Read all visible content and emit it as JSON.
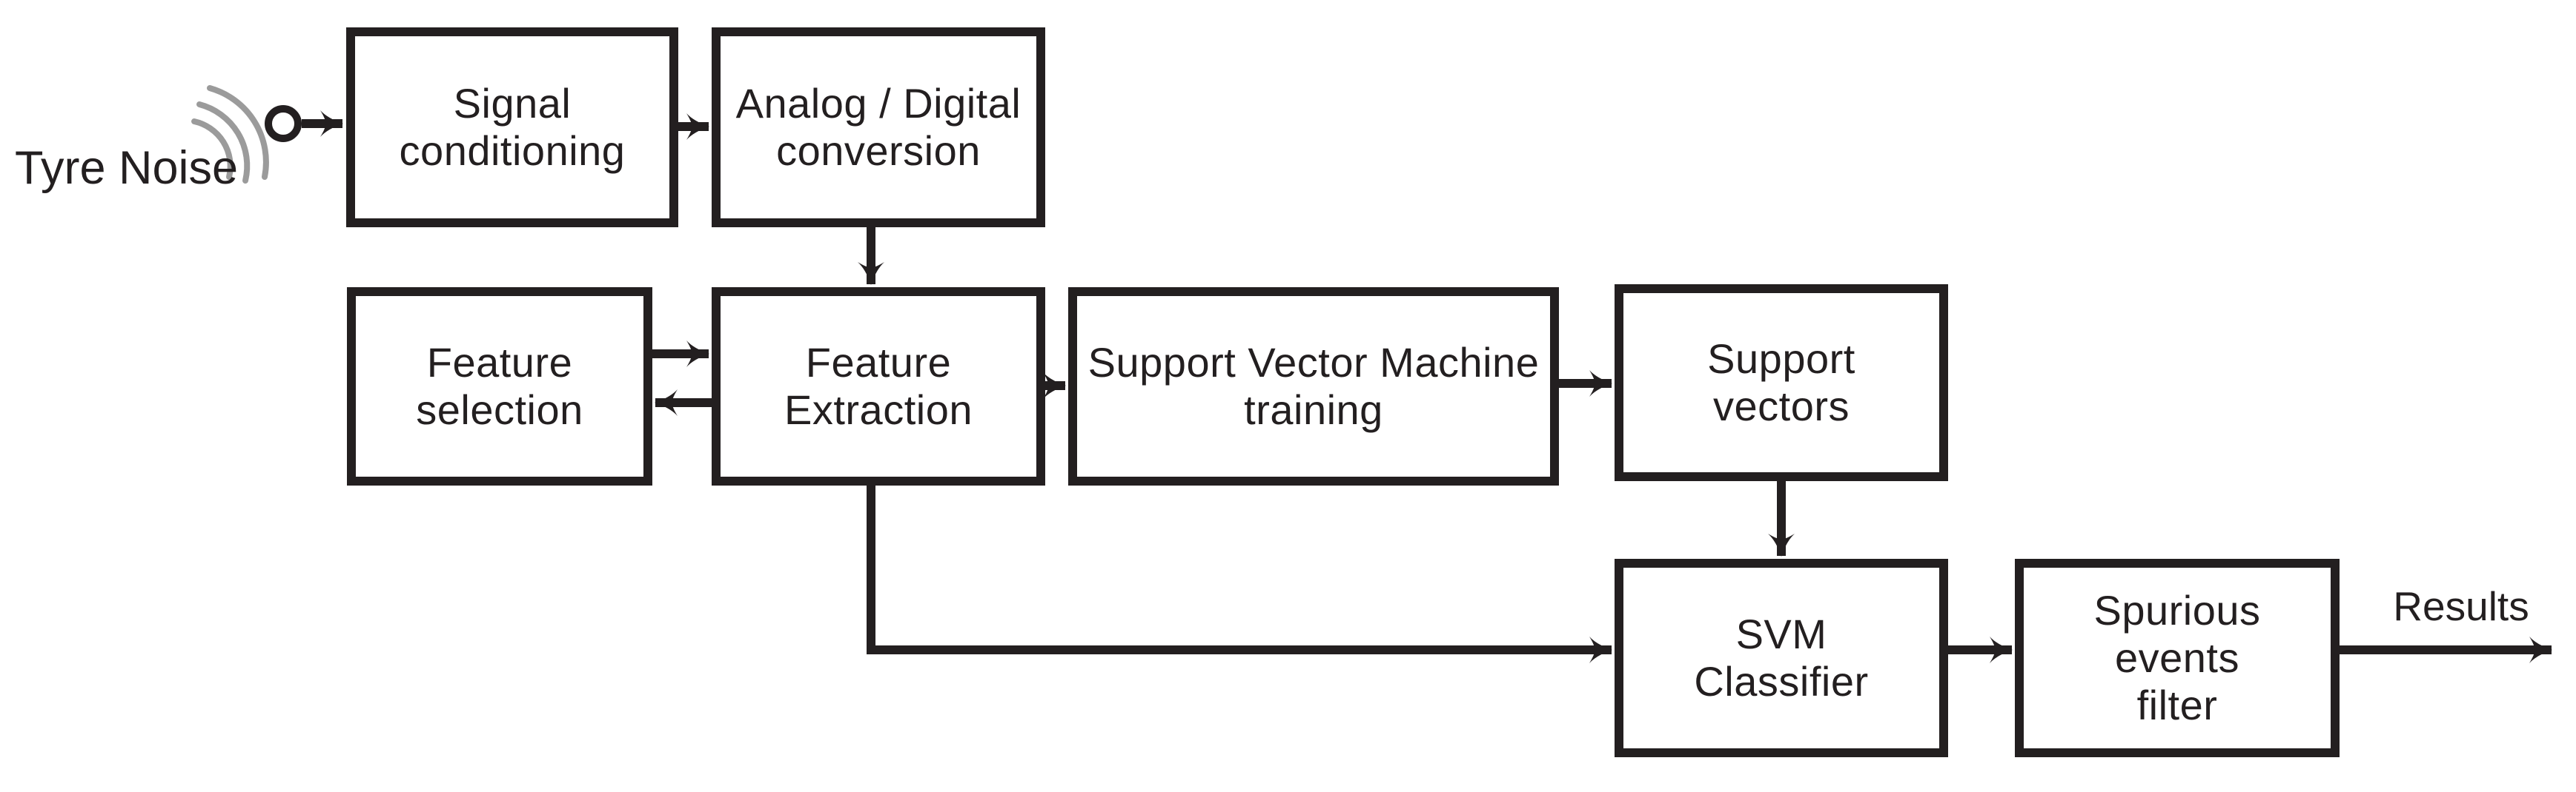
{
  "diagram": {
    "source_label": "Tyre Noise",
    "results_label": "Results",
    "boxes": [
      {
        "id": "signal-conditioning",
        "lines": [
          "Signal",
          "conditioning"
        ]
      },
      {
        "id": "analog-digital",
        "lines": [
          "Analog / Digital",
          "conversion"
        ]
      },
      {
        "id": "feature-selection",
        "lines": [
          "Feature",
          "selection"
        ]
      },
      {
        "id": "feature-extraction",
        "lines": [
          "Feature",
          "Extraction"
        ]
      },
      {
        "id": "svm-training",
        "lines": [
          "Support Vector Machine",
          "training"
        ]
      },
      {
        "id": "support-vectors",
        "lines": [
          "Support",
          "vectors"
        ]
      },
      {
        "id": "svm-classifier",
        "lines": [
          "SVM",
          "Classifier"
        ]
      },
      {
        "id": "spurious-events-filter",
        "lines": [
          "Spurious",
          "events",
          "filter"
        ]
      }
    ],
    "connections": [
      {
        "from": "tyre-noise-microphone",
        "to": "signal-conditioning"
      },
      {
        "from": "signal-conditioning",
        "to": "analog-digital"
      },
      {
        "from": "analog-digital",
        "to": "feature-extraction"
      },
      {
        "from": "feature-selection",
        "to": "feature-extraction"
      },
      {
        "from": "feature-extraction",
        "to": "feature-selection"
      },
      {
        "from": "feature-extraction",
        "to": "svm-training"
      },
      {
        "from": "svm-training",
        "to": "support-vectors"
      },
      {
        "from": "support-vectors",
        "to": "svm-classifier"
      },
      {
        "from": "feature-extraction",
        "to": "svm-classifier"
      },
      {
        "from": "svm-classifier",
        "to": "spurious-events-filter"
      },
      {
        "from": "spurious-events-filter",
        "to": "results"
      }
    ],
    "icons": [
      {
        "name": "sound-waves-icon"
      },
      {
        "name": "microphone-icon"
      }
    ],
    "colors": {
      "ink": "#231f20",
      "wave": "#9b9b9b",
      "background": "#ffffff"
    }
  }
}
